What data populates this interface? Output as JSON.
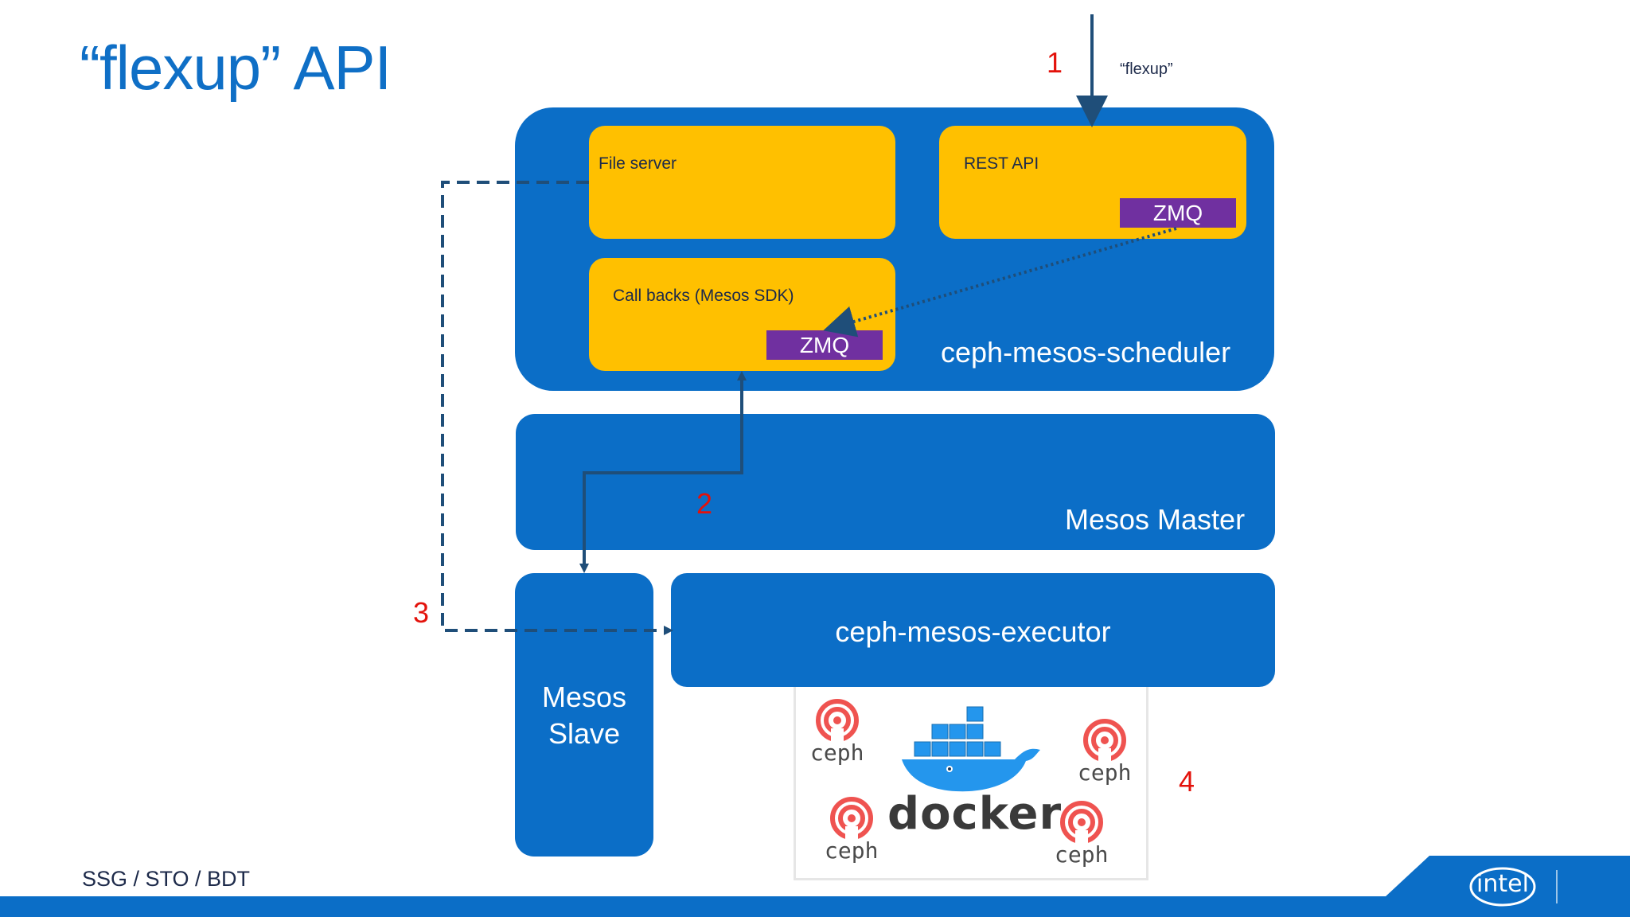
{
  "slide": {
    "title": "“flexup” API",
    "footer": "SSG / STO / BDT"
  },
  "steps": {
    "step1": "1",
    "step2": "2",
    "step3": "3",
    "step4": "4"
  },
  "request_label": "“flexup”",
  "scheduler": {
    "label": "ceph-mesos-scheduler",
    "file_server": "File server",
    "rest_api": "REST API",
    "rest_zmq": "ZMQ",
    "callbacks": "Call backs (Mesos SDK)",
    "callbacks_zmq": "ZMQ"
  },
  "mesos_master": "Mesos Master",
  "mesos_slave_line1": "Mesos",
  "mesos_slave_line2": "Slave",
  "executor": "ceph-mesos-executor",
  "container_logos": {
    "ceph": "ceph",
    "docker": "docker"
  },
  "brand": "intel",
  "colors": {
    "blue": "#0b6ec7",
    "yellow": "#ffc000",
    "purple": "#7030a0",
    "red": "#e3120b",
    "arrow": "#1f4e79"
  }
}
